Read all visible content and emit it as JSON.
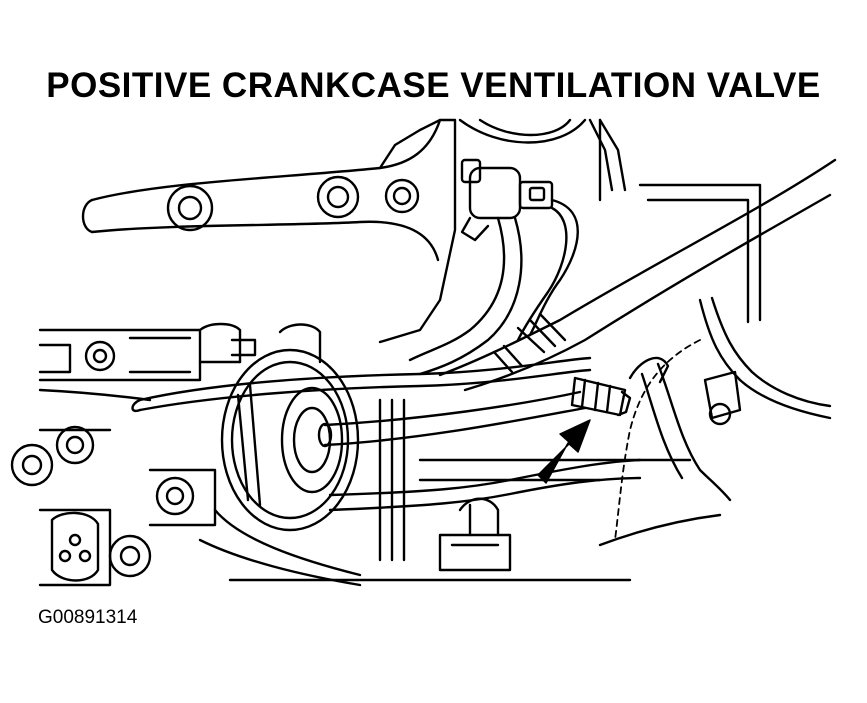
{
  "diagram": {
    "title": "POSITIVE CRANKCASE VENTILATION VALVE",
    "figure_code": "G00891314",
    "colors": {
      "ink": "#000000",
      "paper": "#ffffff"
    },
    "callout": {
      "icon": "arrow-pointer-icon",
      "target": "pcv-valve"
    }
  }
}
